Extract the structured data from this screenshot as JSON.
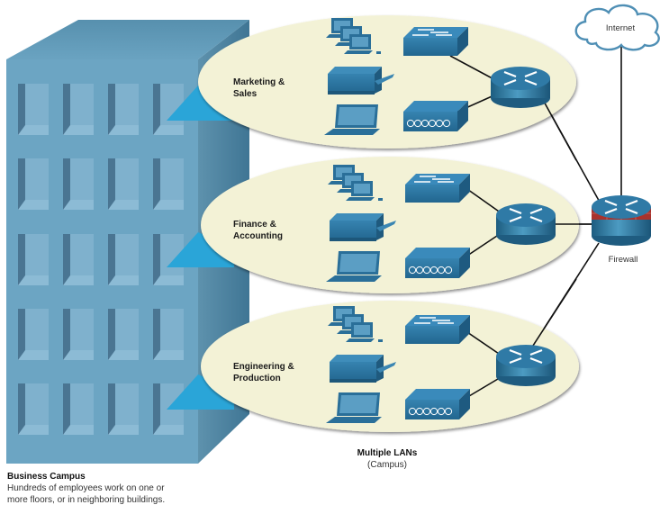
{
  "internet": {
    "label": "Internet",
    "icon": "cloud-icon"
  },
  "firewall": {
    "label": "Firewall",
    "icon": "firewall-router-icon"
  },
  "lans": [
    {
      "name": "Marketing & Sales",
      "line1": "Marketing &",
      "line2": "Sales"
    },
    {
      "name": "Finance & Accounting",
      "line1": "Finance &",
      "line2": "Accounting"
    },
    {
      "name": "Engineering & Production",
      "line1": "Engineering &",
      "line2": "Production"
    }
  ],
  "lan_devices": [
    "desktop-computers-icon",
    "switch-icon",
    "printer-icon",
    "laptop-icon",
    "ip-phone-hub-icon",
    "router-icon"
  ],
  "center_caption": {
    "title": "Multiple LANs",
    "subtitle": "(Campus)"
  },
  "campus_caption": {
    "title": "Business Campus",
    "line1": "Hundreds of employees work on one or",
    "line2": "more floors, or in neighboring buildings."
  },
  "colors": {
    "building_front": "#6fa6c4",
    "building_side": "#4f87a6",
    "building_top": "#5b95b4",
    "ellipse_fill": "#f3f2d6",
    "device_blue": "#2a6f99",
    "callout": "#2aa5d8"
  }
}
